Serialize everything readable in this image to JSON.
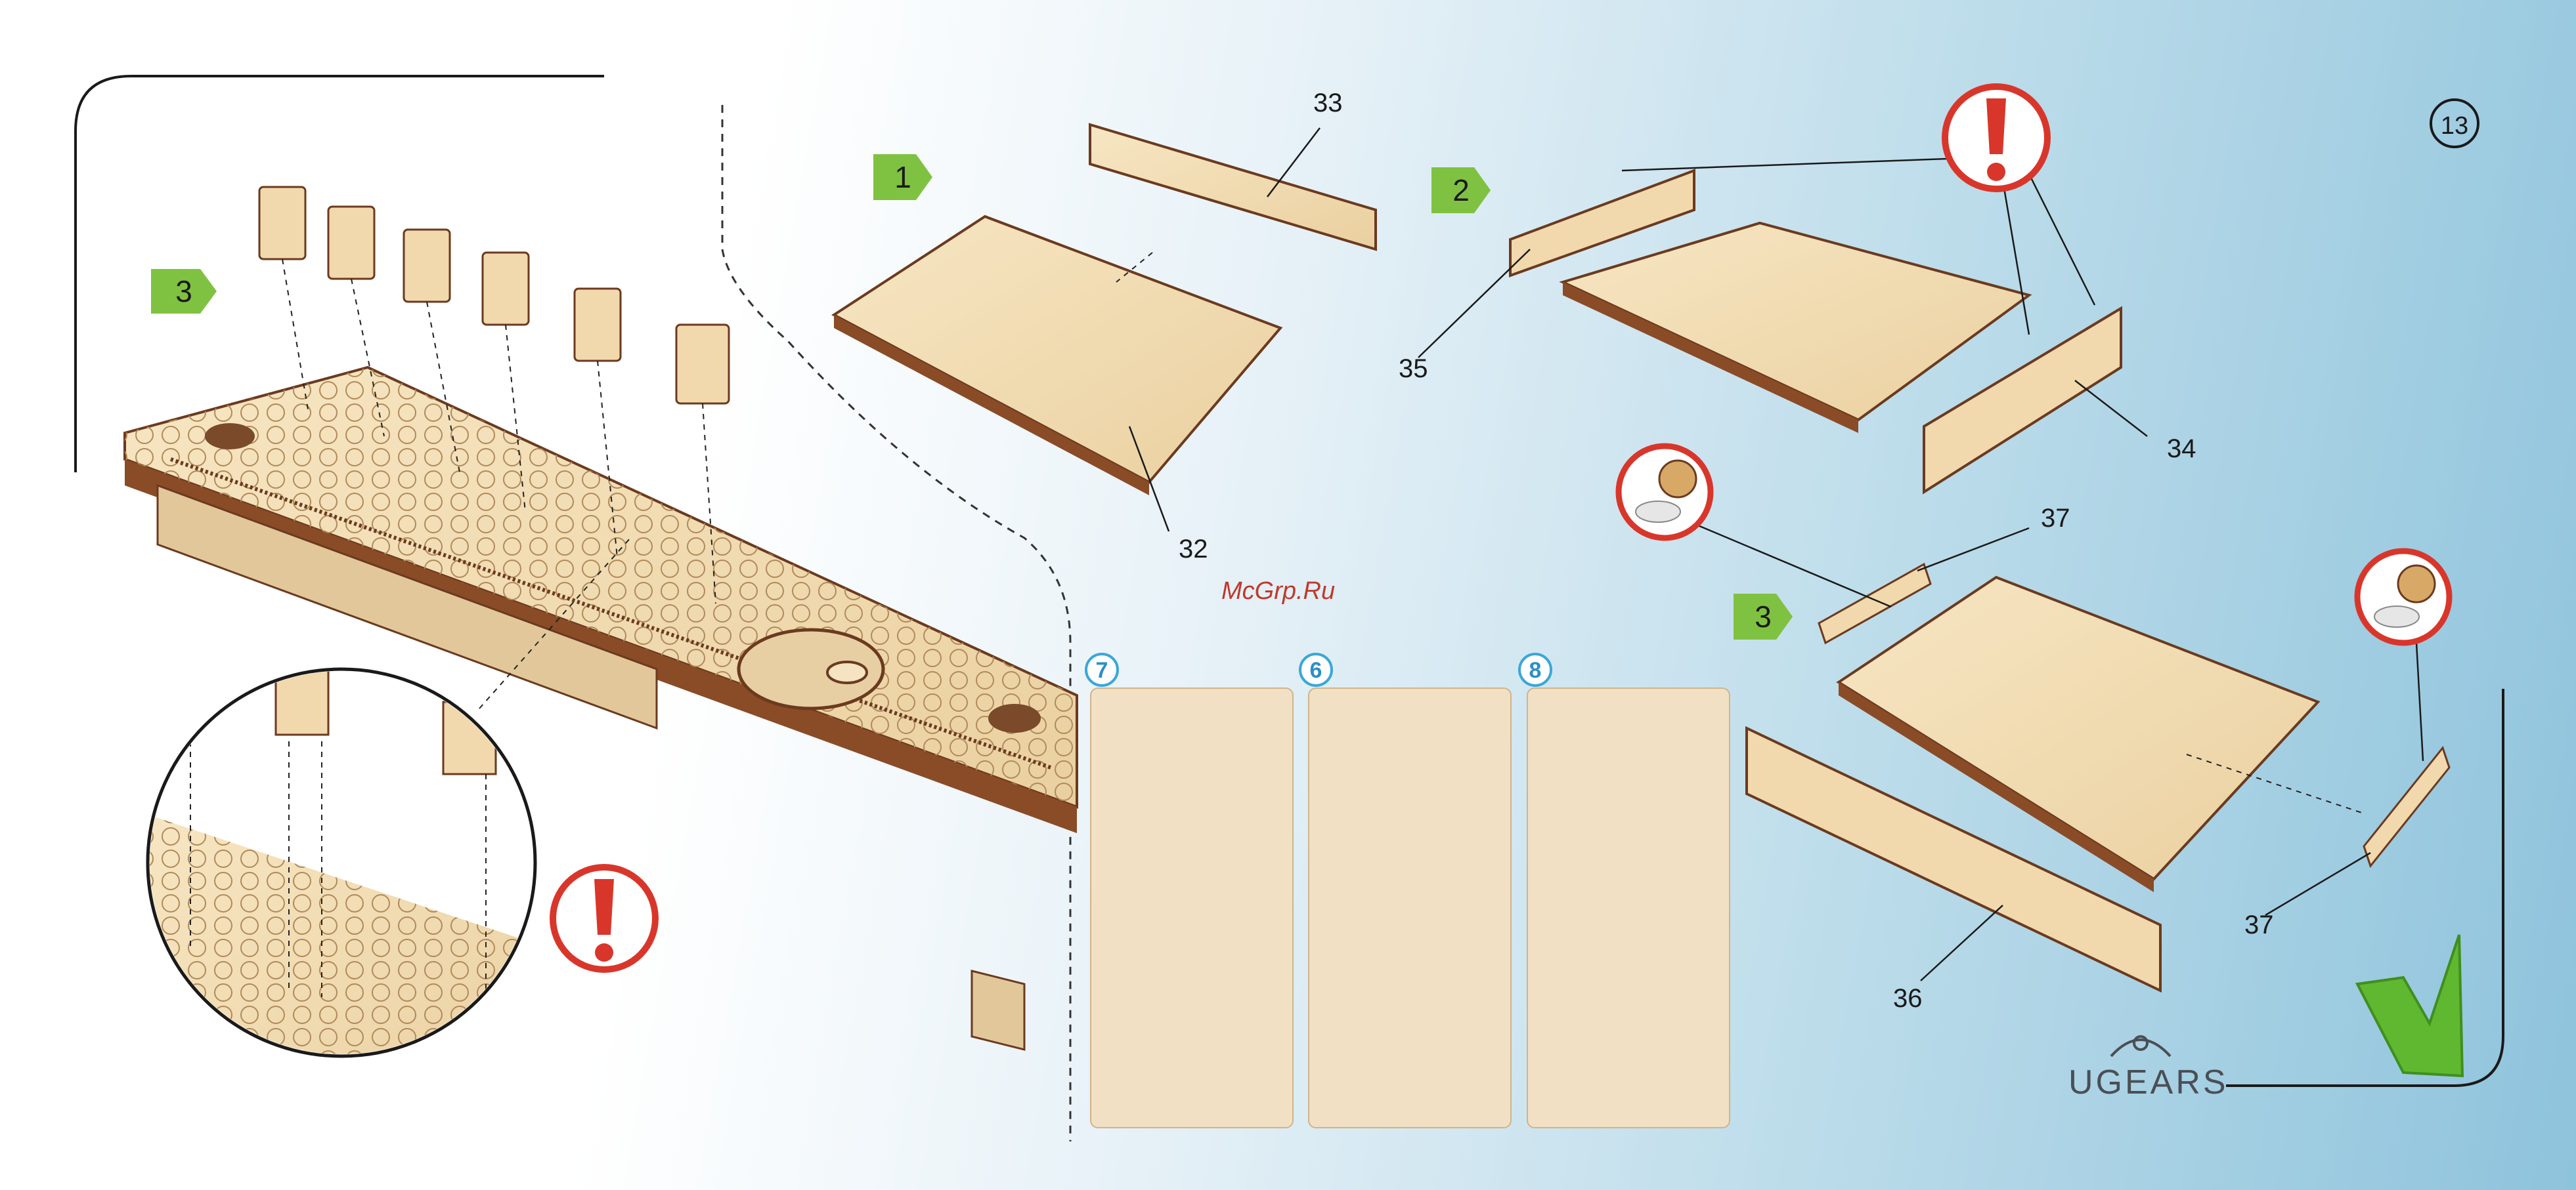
{
  "page": {
    "number": "13"
  },
  "steps": {
    "left": "3",
    "top1": "1",
    "top2": "2",
    "right3": "3"
  },
  "parts": {
    "p33": "33",
    "p32": "32",
    "p35": "35",
    "p34": "34",
    "p37a": "37",
    "p37b": "37",
    "p36": "36"
  },
  "sheets": {
    "s7": "7",
    "s6": "6",
    "s8": "8"
  },
  "watermark": "McGrp.Ru",
  "brand": "UGEARS",
  "colors": {
    "step_green": "#7fc241",
    "warning_red": "#d9362b",
    "check_green": "#5fb830",
    "wood": "#f3dcb1",
    "wood_edge": "#6b3a1f",
    "sheet_blue": "#3aa7d8"
  }
}
